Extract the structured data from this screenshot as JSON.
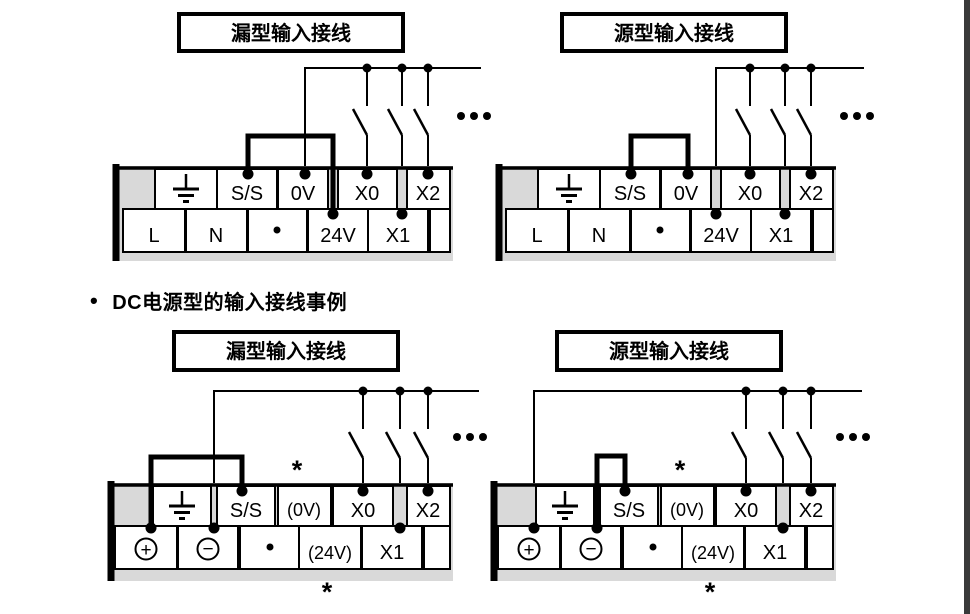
{
  "page": {
    "section_bullet": "•",
    "section_title": "DC电源型的输入接线事例",
    "footnote_marker": "*",
    "colors": {
      "line": "#000000",
      "block_bg": "#d9d9d9",
      "page_bg": "#ffffff",
      "edge_bar": "#3a3a3a"
    },
    "icons": {
      "earth_ground": "⏚",
      "unused_terminal": "•",
      "more_inputs": "•••"
    }
  },
  "diagrams": {
    "ac_sink": {
      "title": "漏型输入接线",
      "terminals_top": {
        "ss": "S/S",
        "v0": "0V",
        "x0": "X0",
        "x2": "X2"
      },
      "terminals_bottom": {
        "l": "L",
        "n": "N",
        "v24": "24V",
        "x1": "X1"
      }
    },
    "ac_source": {
      "title": "源型输入接线",
      "terminals_top": {
        "ss": "S/S",
        "v0": "0V",
        "x0": "X0",
        "x2": "X2"
      },
      "terminals_bottom": {
        "l": "L",
        "n": "N",
        "v24": "24V",
        "x1": "X1"
      }
    },
    "dc_sink": {
      "title": "漏型输入接线",
      "terminals_top": {
        "ss": "S/S",
        "v0": "(0V)",
        "x0": "X0",
        "x2": "X2"
      },
      "terminals_bottom": {
        "plus": "+",
        "minus": "−",
        "v24": "(24V)",
        "x1": "X1"
      }
    },
    "dc_source": {
      "title": "源型输入接线",
      "terminals_top": {
        "ss": "S/S",
        "v0": "(0V)",
        "x0": "X0",
        "x2": "X2"
      },
      "terminals_bottom": {
        "plus": "+",
        "minus": "−",
        "v24": "(24V)",
        "x1": "X1"
      }
    }
  }
}
